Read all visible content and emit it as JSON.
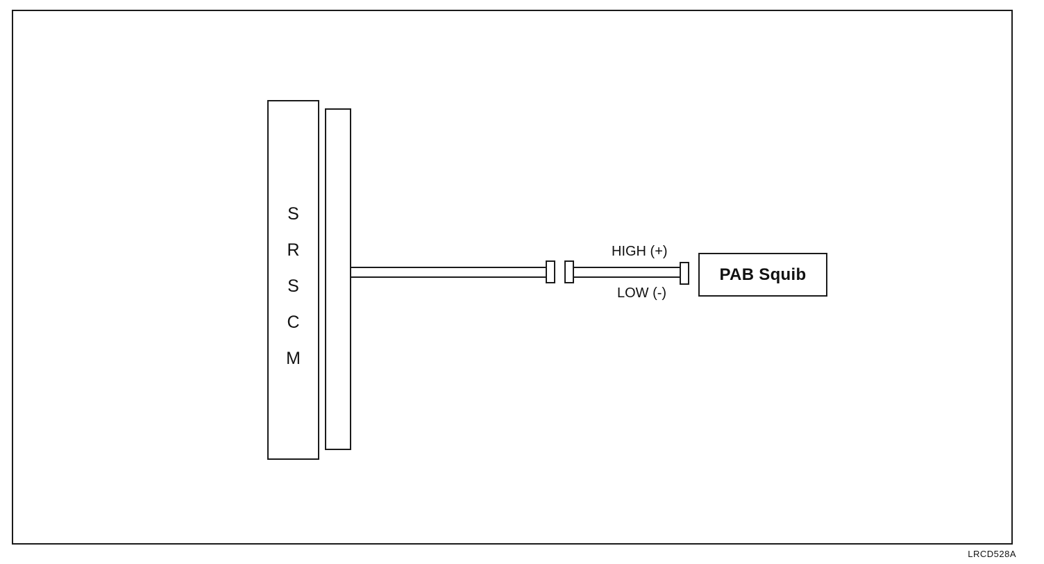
{
  "diagram": {
    "module": {
      "letters": [
        "S",
        "R",
        "S",
        "C",
        "M"
      ]
    },
    "squib": {
      "label": "PAB Squib"
    },
    "wires": {
      "high_label": "HIGH (+)",
      "low_label": "LOW (-)"
    },
    "figure_id": "LRCD528A"
  }
}
